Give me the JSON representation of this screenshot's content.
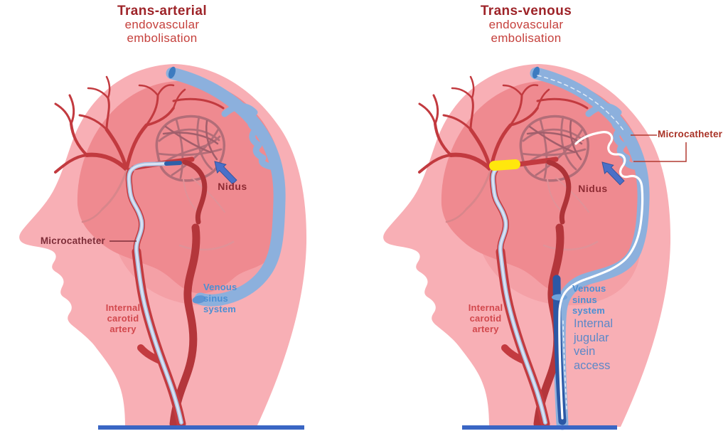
{
  "left_panel": {
    "title": {
      "line1": "Trans-arterial",
      "line2": "endovascular",
      "line3": "embolisation"
    },
    "labels": {
      "microcatheter": "Microcatheter",
      "nidus": "Nidus",
      "internal_carotid_artery": [
        "Internal",
        "carotid",
        "artery"
      ],
      "venous_sinus_system": [
        "Venous",
        "sinus",
        "system"
      ]
    }
  },
  "right_panel": {
    "title": {
      "line1": "Trans-venous",
      "line2": "endovascular",
      "line3": "embolisation"
    },
    "labels": {
      "microcatheter": "Microcatheter",
      "nidus": "Nidus",
      "internal_carotid_artery": [
        "Internal",
        "carotid",
        "artery"
      ],
      "venous_sinus_system": [
        "Venous",
        "sinus",
        "system"
      ],
      "internal_jugular_vein_access": [
        "Internal",
        "jugular",
        "vein",
        "access"
      ]
    }
  },
  "colors": {
    "head_skin": "#F8AFB5",
    "brain": "#EF8A90",
    "under_brain": "#F4A0A6",
    "artery_red": "#C23A3F",
    "artery_dark": "#AE3338",
    "vein_blue": "#8CB0DD",
    "vein_cap_dark": "#3D7BC0",
    "nidus_vessels": "#B26D78",
    "catheter_light": "#D9E3F3",
    "catheter_tip_blue": "#2D5FA8",
    "guide_catheter_navy": "#2B58A5",
    "microcatheter_white": "#FFFFFF",
    "coil_yellow": "#FFE70D",
    "arrow_blue": "#4A70C8",
    "baseline_blue": "#3A66C4",
    "title_bold": "#9E2429",
    "title_light": "#C5403C",
    "label_maroon": "#7E2D38",
    "label_red": "#D2484D",
    "label_blue": "#4A8FD4",
    "label_jugular_blue": "#5C88C8",
    "label_microcatheter_right": "#A93226"
  }
}
